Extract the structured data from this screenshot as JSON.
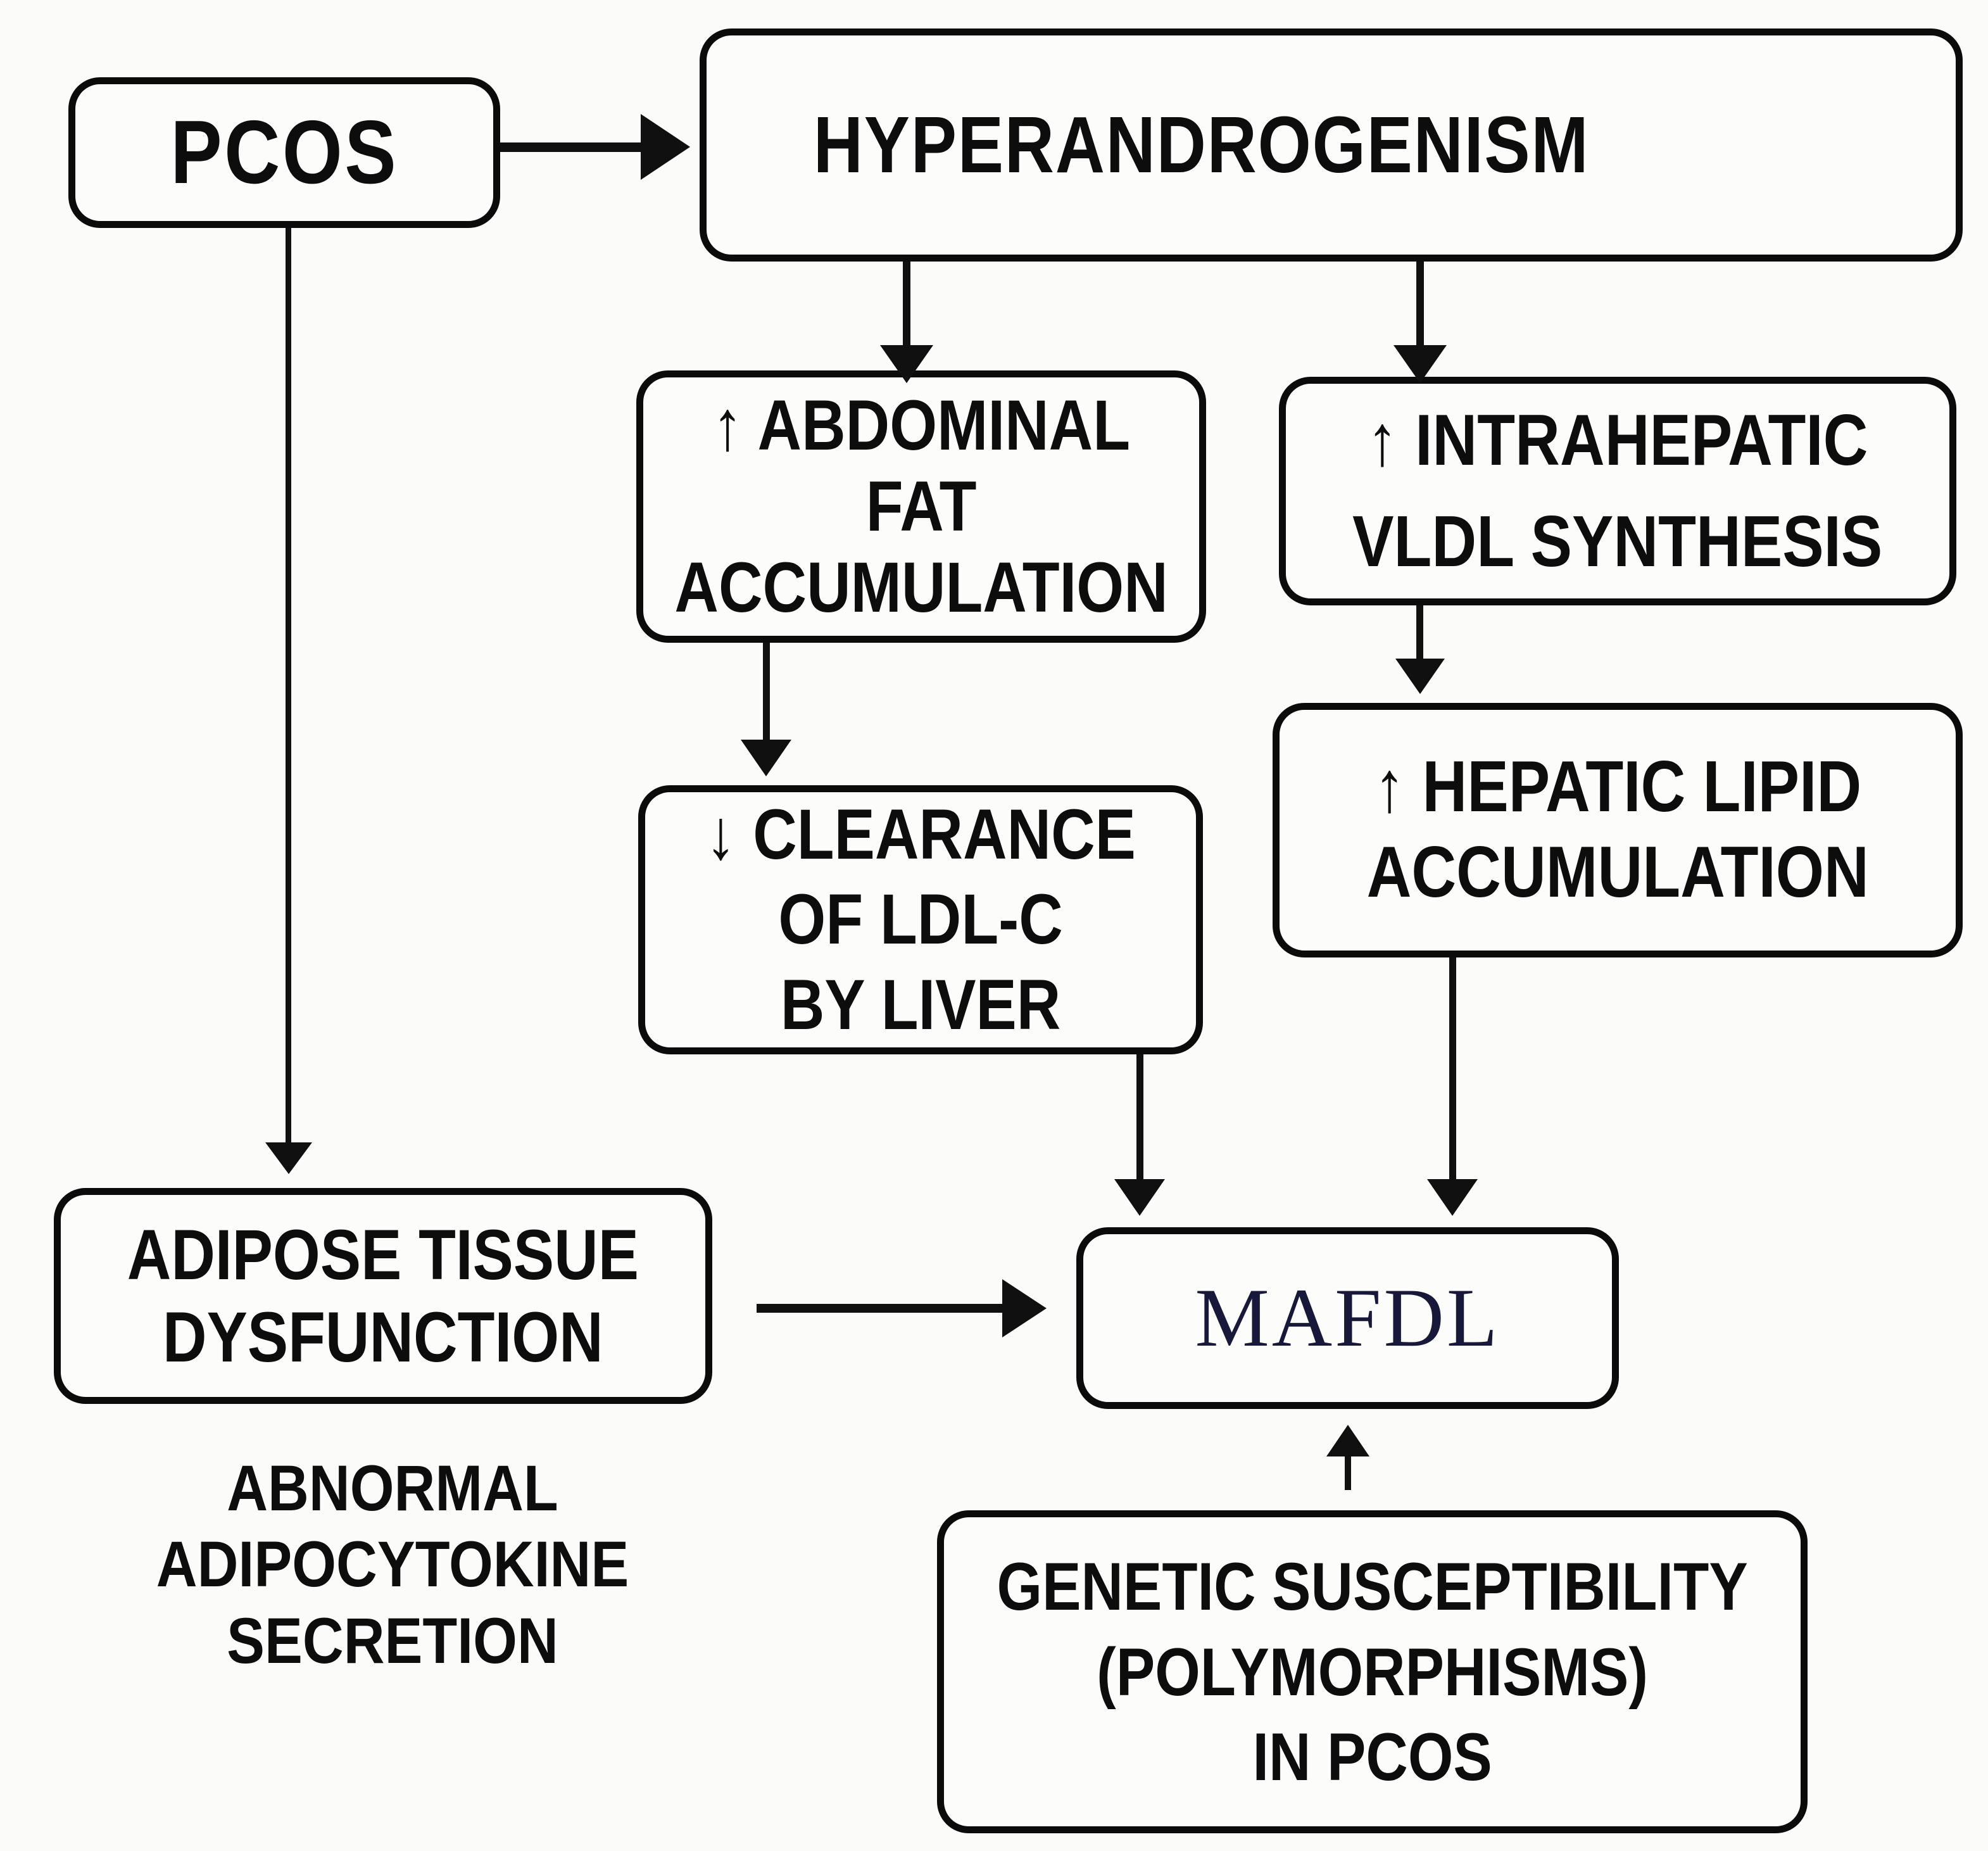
{
  "figure": {
    "background_color": "#fbfbfa",
    "ink_color": "#0d0d0d",
    "mafdl_text_color": "#18183a"
  },
  "diagram": {
    "type": "flowchart",
    "nodes": [
      {
        "id": "pcos",
        "shape": "rounded-box",
        "lines": [
          "PCOS"
        ]
      },
      {
        "id": "hyper",
        "shape": "rounded-box",
        "lines": [
          "HYPERANDROGENISM"
        ]
      },
      {
        "id": "abdominal",
        "shape": "rounded-box",
        "lines": [
          "↑ ABDOMINAL",
          "FAT",
          "ACCUMULATION"
        ]
      },
      {
        "id": "intrahepatic",
        "shape": "rounded-box",
        "lines": [
          "↑ INTRAHEPATIC",
          "VLDL SYNTHESIS"
        ]
      },
      {
        "id": "clearance",
        "shape": "rounded-box",
        "lines": [
          "↓ CLEARANCE",
          "OF LDL-C",
          "BY LIVER"
        ]
      },
      {
        "id": "hepatic",
        "shape": "rounded-box",
        "lines": [
          "↑ HEPATIC LIPID",
          "ACCUMULATION"
        ]
      },
      {
        "id": "adipose",
        "shape": "rounded-box",
        "lines": [
          "ADIPOSE TISSUE",
          "DYSFUNCTION"
        ]
      },
      {
        "id": "mafdl",
        "shape": "rounded-box",
        "lines": [
          "MAFDL"
        ]
      },
      {
        "id": "genetic",
        "shape": "rounded-box",
        "lines": [
          "GENETIC SUSCEPTIBILITY",
          "(POLYMORPHISMS)",
          "IN PCOS"
        ]
      },
      {
        "id": "abnormal",
        "shape": "plain-text",
        "lines": [
          "ABNORMAL",
          "ADIPOCYTOKINE",
          "SECRETION"
        ]
      }
    ],
    "edges": [
      {
        "from": "pcos",
        "to": "hyper",
        "direction": "right"
      },
      {
        "from": "hyper",
        "to": "abdominal",
        "direction": "down"
      },
      {
        "from": "hyper",
        "to": "intrahepatic",
        "direction": "down"
      },
      {
        "from": "pcos",
        "to": "adipose",
        "direction": "down"
      },
      {
        "from": "abdominal",
        "to": "clearance",
        "direction": "down"
      },
      {
        "from": "intrahepatic",
        "to": "hepatic",
        "direction": "down"
      },
      {
        "from": "clearance",
        "to": "mafdl",
        "direction": "down"
      },
      {
        "from": "hepatic",
        "to": "mafdl",
        "direction": "down"
      },
      {
        "from": "adipose",
        "to": "mafdl",
        "direction": "right"
      },
      {
        "from": "genetic",
        "to": "mafdl",
        "direction": "up"
      }
    ]
  }
}
